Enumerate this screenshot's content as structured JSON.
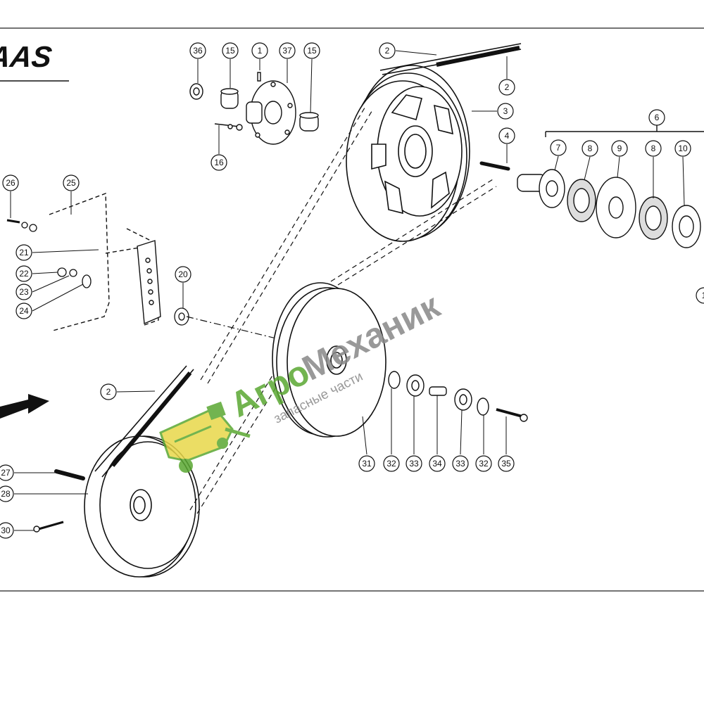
{
  "brand": {
    "logo_text": "AAS"
  },
  "watermark": {
    "name_part1": "Агро",
    "name_part2": "Механик",
    "subtitle": "запасные части",
    "colors": {
      "green": "#5aa832",
      "gray": "#888888",
      "yellow": "#e8d84a"
    }
  },
  "callouts": [
    {
      "id": "c36",
      "text": "36"
    },
    {
      "id": "c15a",
      "text": "15"
    },
    {
      "id": "c1",
      "text": "1"
    },
    {
      "id": "c37",
      "text": "37"
    },
    {
      "id": "c15b",
      "text": "15"
    },
    {
      "id": "c16",
      "text": "16"
    },
    {
      "id": "c2a",
      "text": "2"
    },
    {
      "id": "c2b",
      "text": "2"
    },
    {
      "id": "c3",
      "text": "3"
    },
    {
      "id": "c4",
      "text": "4"
    },
    {
      "id": "c6",
      "text": "6"
    },
    {
      "id": "c7",
      "text": "7"
    },
    {
      "id": "c8a",
      "text": "8"
    },
    {
      "id": "c9",
      "text": "9"
    },
    {
      "id": "c8b",
      "text": "8"
    },
    {
      "id": "c10",
      "text": "10"
    },
    {
      "id": "c26",
      "text": "26"
    },
    {
      "id": "c25",
      "text": "25"
    },
    {
      "id": "c21",
      "text": "21"
    },
    {
      "id": "c22",
      "text": "22"
    },
    {
      "id": "c23",
      "text": "23"
    },
    {
      "id": "c24",
      "text": "24"
    },
    {
      "id": "c20",
      "text": "20"
    },
    {
      "id": "c2c",
      "text": "2"
    },
    {
      "id": "c27",
      "text": "27"
    },
    {
      "id": "c28",
      "text": "28"
    },
    {
      "id": "c30",
      "text": "30"
    },
    {
      "id": "c31",
      "text": "31"
    },
    {
      "id": "c32a",
      "text": "32"
    },
    {
      "id": "c33a",
      "text": "33"
    },
    {
      "id": "c34",
      "text": "34"
    },
    {
      "id": "c33b",
      "text": "33"
    },
    {
      "id": "c32b",
      "text": "32"
    },
    {
      "id": "c35",
      "text": "35"
    },
    {
      "id": "c1x",
      "text": "1"
    }
  ]
}
